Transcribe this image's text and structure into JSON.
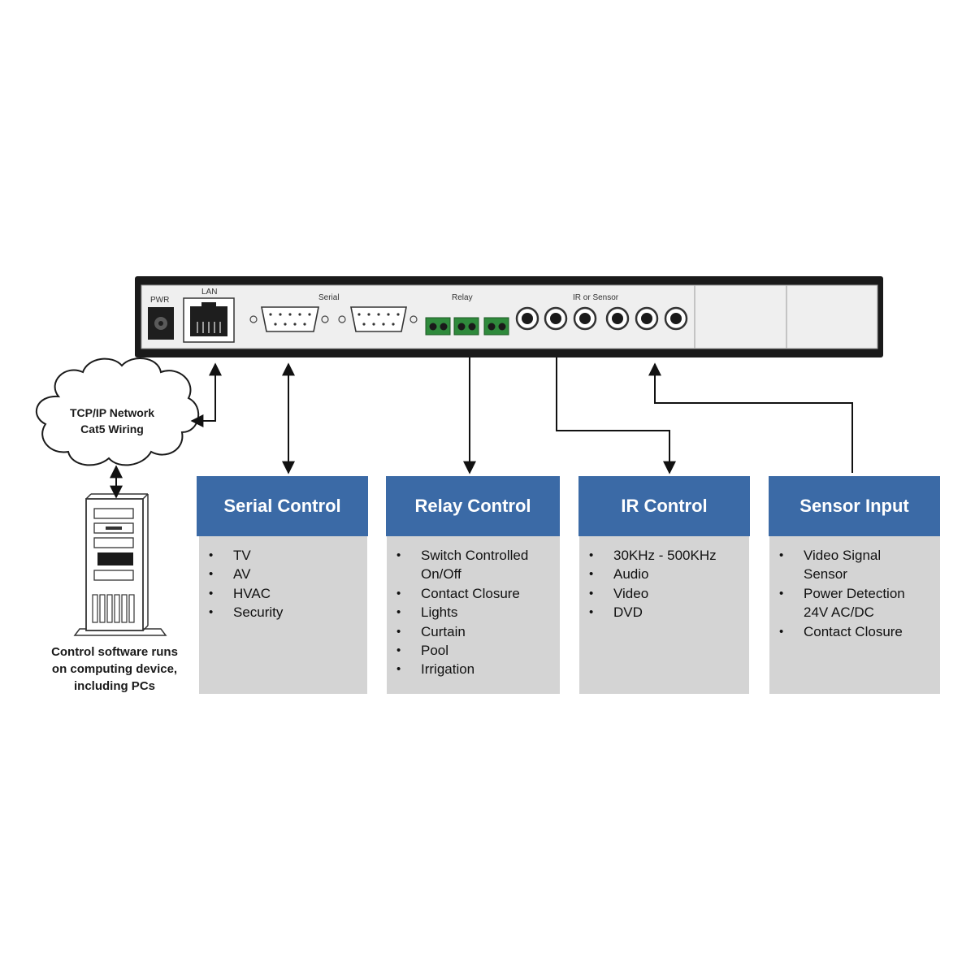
{
  "device": {
    "labels": {
      "pwr": "PWR",
      "lan": "LAN",
      "serial": "Serial",
      "relay": "Relay",
      "ir_sensor": "IR or Sensor"
    },
    "colors": {
      "frame": "#1a1a1a",
      "panel": "#efefef",
      "relay_terminal": "#2f8a3c"
    }
  },
  "network": {
    "line1": "TCP/IP Network",
    "line2": "Cat5 Wiring"
  },
  "computer": {
    "caption_line1": "Control software runs",
    "caption_line2": "on computing device,",
    "caption_line3": "including PCs"
  },
  "boxes": [
    {
      "title": "Serial Control",
      "items": [
        "TV",
        "AV",
        "HVAC",
        "Security"
      ]
    },
    {
      "title": "Relay Control",
      "items": [
        "Switch Controlled",
        "On/Off",
        "Contact Closure",
        "Lights",
        "Curtain",
        "Pool",
        "Irrigation"
      ]
    },
    {
      "title": "IR Control",
      "items": [
        "30KHz - 500KHz",
        "Audio",
        "Video",
        "DVD"
      ]
    },
    {
      "title": "Sensor Input",
      "items": [
        "Video Signal",
        "Sensor",
        "Power Detection",
        "24V AC/DC",
        "Contact Closure"
      ]
    }
  ],
  "colors": {
    "header": "#3b6aa6",
    "body": "#d4d4d4",
    "arrow": "#111111"
  }
}
